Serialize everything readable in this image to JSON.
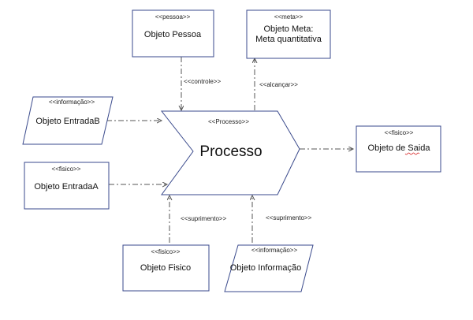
{
  "colors": {
    "shape_stroke": "#3a4a8c",
    "connector": "#555555",
    "text": "#111111",
    "spell_underline": "#d62828"
  },
  "process": {
    "stereotype": "<<Processo>>",
    "label": "Processo"
  },
  "nodes": {
    "pessoa": {
      "stereotype": "<<pessoa>>",
      "line1": "Objeto Pessoa",
      "line2": ""
    },
    "meta": {
      "stereotype": "<<meta>>",
      "line1": "Objeto Meta:",
      "line2": "Meta quantitativa"
    },
    "entradaB": {
      "stereotype": "<<informação>>",
      "line1": "Objeto EntradaB",
      "line2": ""
    },
    "entradaA": {
      "stereotype": "<<fisico>>",
      "line1": "Objeto EntradaA",
      "line2": ""
    },
    "saida": {
      "stereotype": "<<fisico>>",
      "line1": "Objeto de Saida",
      "line2": ""
    },
    "fisico": {
      "stereotype": "<<fisico>>",
      "line1": "Objeto  Fisico",
      "line2": ""
    },
    "informacao": {
      "stereotype": "<<informação>>",
      "line1": "Objeto Informação",
      "line2": ""
    }
  },
  "relations": {
    "controle": "<<controle>>",
    "alcancar": "<<alcançar>>",
    "suprimento_1": "<<suprimento>>",
    "suprimento_2": "<<suprimento>>"
  }
}
